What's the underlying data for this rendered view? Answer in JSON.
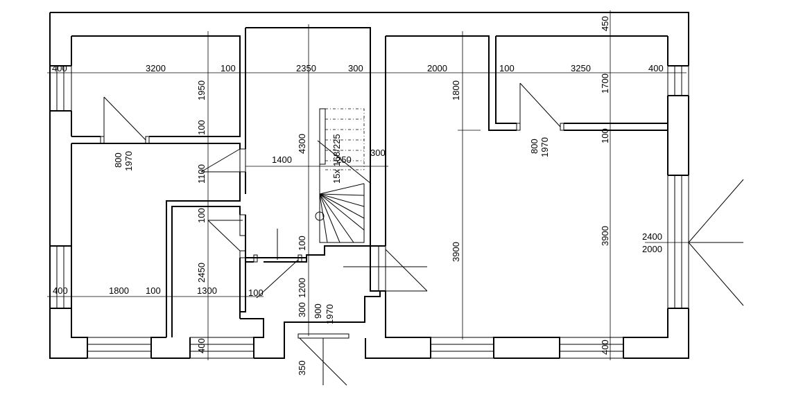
{
  "dimensions": {
    "top_row": [
      "400",
      "3200",
      "100",
      "2350",
      "300",
      "2000",
      "100",
      "3250",
      "400"
    ],
    "bottom_row": [
      "400",
      "1800",
      "100",
      "1300",
      "100"
    ],
    "vertical_left": [
      "1950",
      "100",
      "1100",
      "100",
      "2450",
      "400"
    ],
    "vertical_stair": [
      "4300",
      "100",
      "1200",
      "300",
      "350"
    ],
    "vertical_right": [
      "1800",
      "3900",
      "3900",
      "450",
      "1700",
      "100",
      "400"
    ],
    "misc": [
      "1400",
      "300",
      "250"
    ],
    "stair_label": "15x 168/225",
    "door_left_top": [
      "800",
      "1970"
    ],
    "door_right_top": [
      "800",
      "1970"
    ],
    "door_entry": [
      "900",
      "1970"
    ],
    "window_right": [
      "2400",
      "2000"
    ]
  }
}
